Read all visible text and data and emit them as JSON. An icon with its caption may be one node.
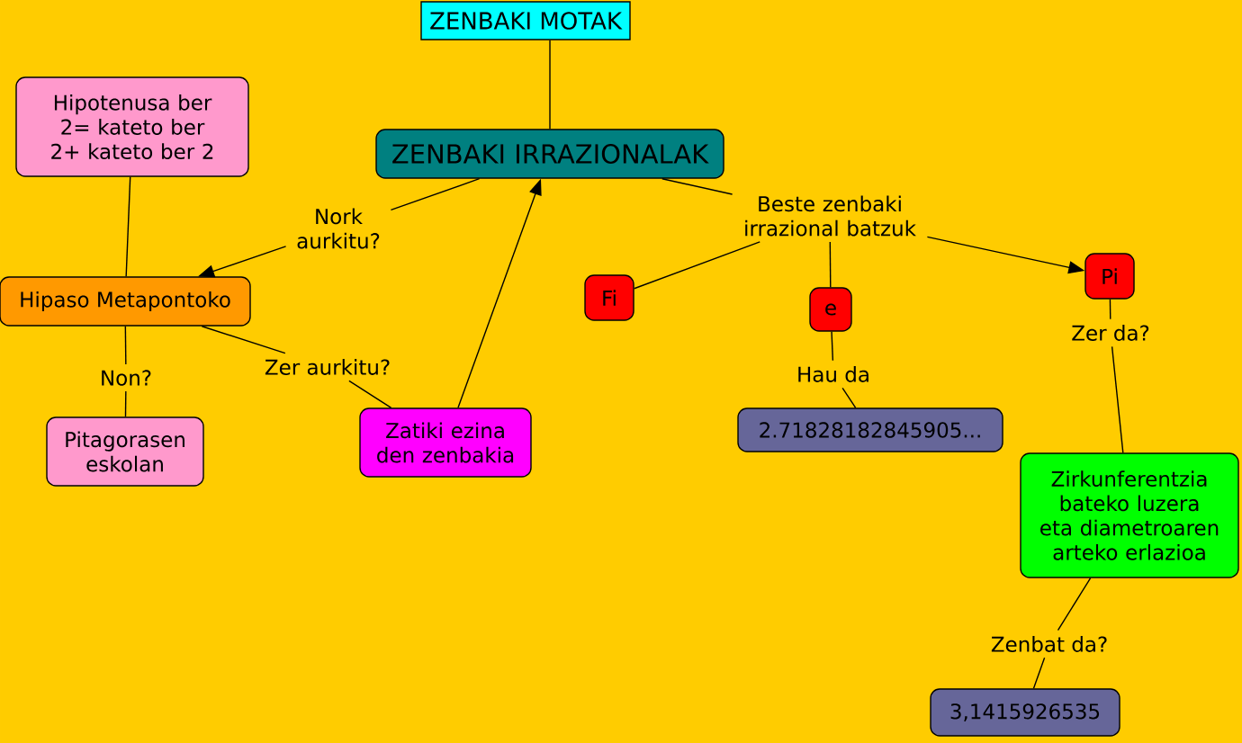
{
  "diagram": {
    "nodes": [
      {
        "text": [
          "ZENBAKI MOTAK"
        ]
      },
      {
        "text": [
          "ZENBAKI IRRAZIONALAK"
        ]
      },
      {
        "text": [
          "Hipotenusa ber 2= kateto ber 2+ kateto ber 2"
        ]
      },
      {
        "text": [
          "Nork aurkitu?"
        ]
      },
      {
        "text": [
          "Beste zenbaki irrazional batzuk"
        ]
      },
      {
        "text": [
          "Hipaso Metapontoko"
        ]
      },
      {
        "text": [
          "Fi"
        ]
      },
      {
        "text": [
          "e"
        ]
      },
      {
        "text": [
          "Pi"
        ]
      },
      {
        "text": [
          "Non?"
        ]
      },
      {
        "text": [
          "Zer aurkitu?"
        ]
      },
      {
        "text": [
          "Hau da"
        ]
      },
      {
        "text": [
          "Zer da?"
        ]
      },
      {
        "text": [
          "Pitagorasen eskolan"
        ]
      },
      {
        "text": [
          "Zatiki ezina den zenbakia"
        ]
      },
      {
        "text": [
          "2.71828182845905..."
        ]
      },
      {
        "text": [
          "Zirkunferentzia bateko luzera eta diametroaren arteko erlazioa"
        ]
      },
      {
        "text": [
          "Zenbat da?"
        ]
      },
      {
        "text": [
          "3,1415926535"
        ]
      }
    ],
    "edges": [
      {
        "from": 0,
        "to": 1,
        "arrow": "none"
      },
      {
        "from": 1,
        "to": 3,
        "arrow": "none"
      },
      {
        "from": 3,
        "to": 5,
        "arrow": "to"
      },
      {
        "from": 2,
        "to": 5,
        "arrow": "none"
      },
      {
        "from": 5,
        "to": 9,
        "arrow": "none"
      },
      {
        "from": 9,
        "to": 13,
        "arrow": "none"
      },
      {
        "from": 5,
        "to": 10,
        "arrow": "none"
      },
      {
        "from": 10,
        "to": 14,
        "arrow": "none"
      },
      {
        "from": 14,
        "to": 1,
        "arrow": "to"
      },
      {
        "from": 1,
        "to": 4,
        "arrow": "none"
      },
      {
        "from": 4,
        "to": 6,
        "arrow": "none"
      },
      {
        "from": 4,
        "to": 7,
        "arrow": "none"
      },
      {
        "from": 4,
        "to": 8,
        "arrow": "to"
      },
      {
        "from": 7,
        "to": 11,
        "arrow": "none"
      },
      {
        "from": 11,
        "to": 15,
        "arrow": "none"
      },
      {
        "from": 8,
        "to": 12,
        "arrow": "none"
      },
      {
        "from": 12,
        "to": 16,
        "arrow": "none"
      },
      {
        "from": 16,
        "to": 17,
        "arrow": "none"
      },
      {
        "from": 17,
        "to": 18,
        "arrow": "none"
      }
    ]
  }
}
